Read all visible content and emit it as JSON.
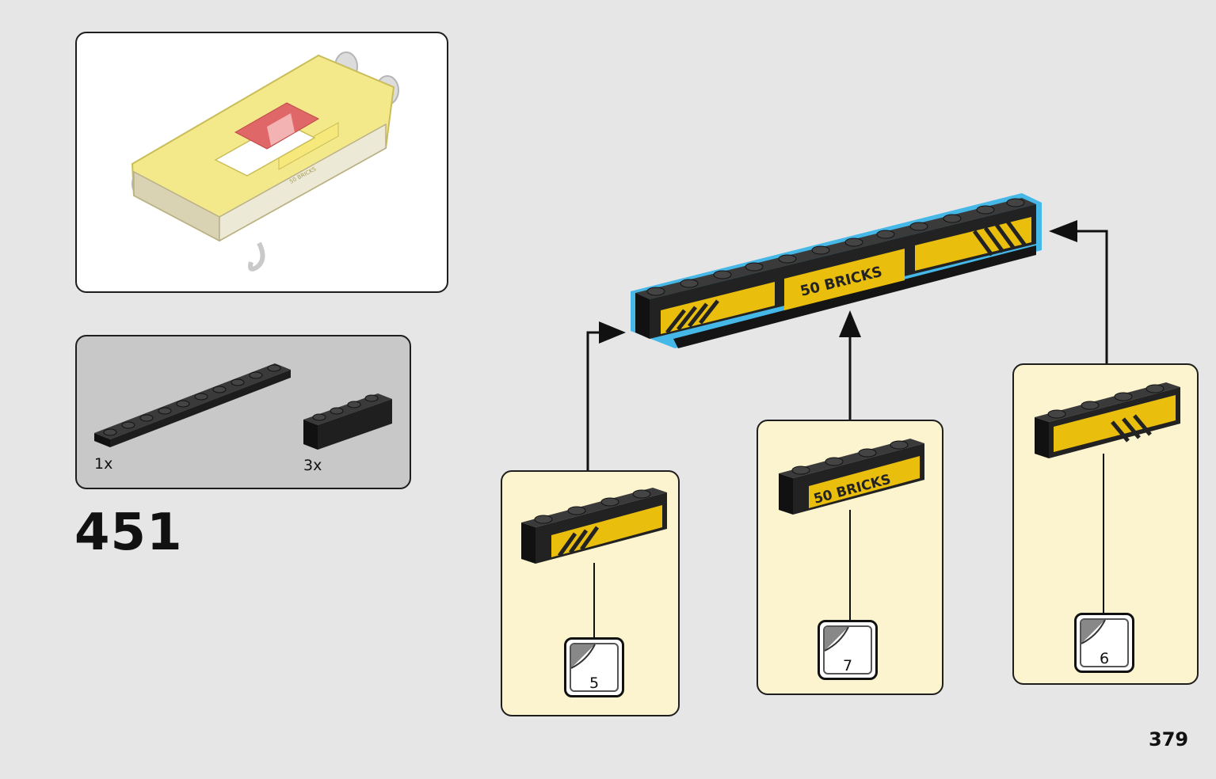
{
  "parts": {
    "plate_qty": "1x",
    "brick_qty": "3x"
  },
  "step": {
    "number": "451"
  },
  "page": {
    "number": "379"
  },
  "stickers": {
    "left": "5",
    "middle": "7",
    "right": "6"
  },
  "brick_text": {
    "assembly_label": "50 BRICKS",
    "middle_label": "50 BRICKS",
    "overview_label": "50 BRICKS"
  },
  "colors": {
    "background": "#e6e6e6",
    "callout": "#fcf4cf",
    "brick_black": "#2b2b2b",
    "brick_yellow": "#e9be0c",
    "highlight_blue": "#45b8e8",
    "model_yellow": "#f4e98a",
    "model_red": "#e06767"
  }
}
